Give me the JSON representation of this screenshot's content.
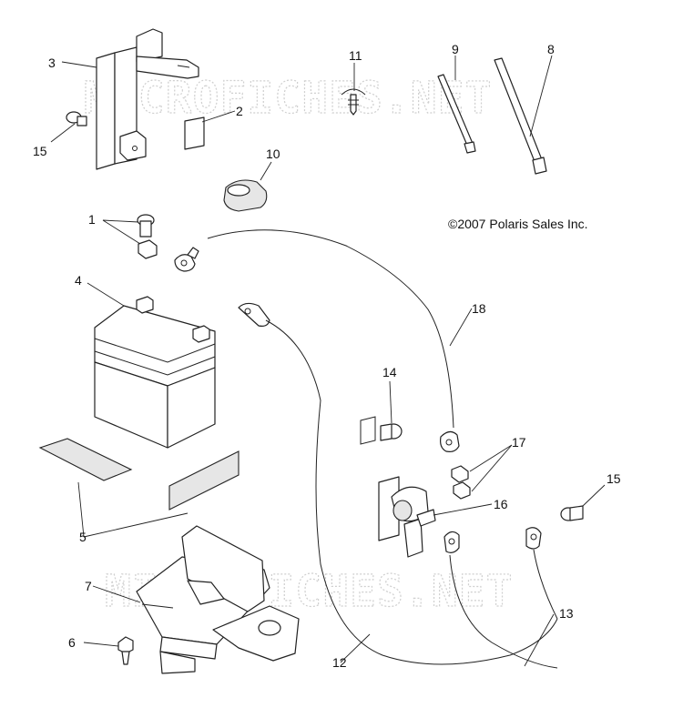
{
  "watermark": "MICROFICHES.NET",
  "copyright": "©2007 Polaris Sales Inc.",
  "callouts": {
    "n1": "1",
    "n2": "2",
    "n3": "3",
    "n4": "4",
    "n5": "5",
    "n6": "6",
    "n7": "7",
    "n8": "8",
    "n9": "9",
    "n10": "10",
    "n11": "11",
    "n12": "12",
    "n13": "13",
    "n14": "14",
    "n15a": "15",
    "n15b": "15",
    "n16": "16",
    "n17": "17",
    "n18": "18"
  }
}
